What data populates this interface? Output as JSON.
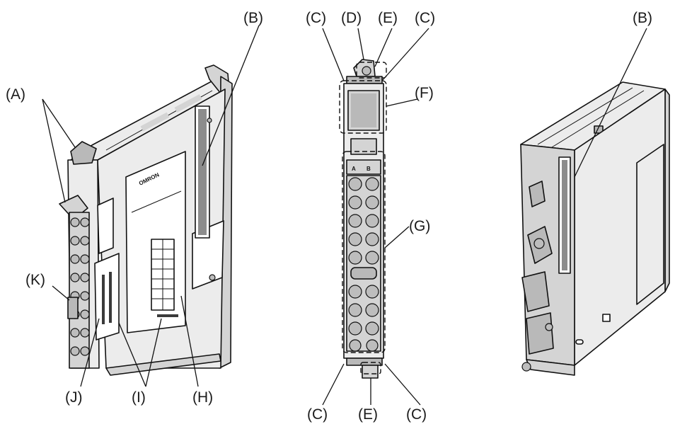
{
  "callouts": {
    "left_A": "(A)",
    "left_B": "(B)",
    "left_K": "(K)",
    "left_J": "(J)",
    "left_I": "(I)",
    "left_H": "(H)",
    "front_C_top_left": "(C)",
    "front_D": "(D)",
    "front_E_top": "(E)",
    "front_C_top_right": "(C)",
    "front_F": "(F)",
    "front_G": "(G)",
    "front_C_bottom_left": "(C)",
    "front_E_bottom": "(E)",
    "front_C_bottom_right": "(C)",
    "right_B": "(B)"
  },
  "terminal_columns": {
    "a": "A",
    "b": "B"
  },
  "terminal_rows": 8
}
